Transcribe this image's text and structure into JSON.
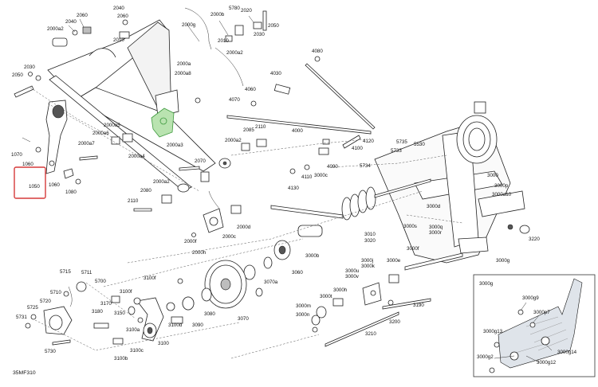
{
  "diagram_code": "35MF310",
  "inset_title": "3000g",
  "highlight_label": "1050",
  "labels": [
    {
      "id": "l2040a",
      "text": "2040"
    },
    {
      "id": "l2060a",
      "text": "2060"
    },
    {
      "id": "l2040b",
      "text": "2040"
    },
    {
      "id": "l2060b",
      "text": "2060"
    },
    {
      "id": "l2000a2",
      "text": "2000a2"
    },
    {
      "id": "l2010a",
      "text": "2010"
    },
    {
      "id": "l2000g",
      "text": "2000g"
    },
    {
      "id": "l2000b",
      "text": "2000b"
    },
    {
      "id": "l5780",
      "text": "5780"
    },
    {
      "id": "l2050",
      "text": "2050"
    },
    {
      "id": "l2030a",
      "text": "2030"
    },
    {
      "id": "l2010b",
      "text": "2010"
    },
    {
      "id": "l2000a2b",
      "text": "2000a2"
    },
    {
      "id": "l2030b",
      "text": "2030"
    },
    {
      "id": "l2020",
      "text": "2020"
    },
    {
      "id": "l2050b",
      "text": "2050"
    },
    {
      "id": "l4080",
      "text": "4080"
    },
    {
      "id": "l2000a",
      "text": "2000a"
    },
    {
      "id": "l2000a8",
      "text": "2000a8"
    },
    {
      "id": "l4030",
      "text": "4030"
    },
    {
      "id": "l4060",
      "text": "4060"
    },
    {
      "id": "l4070",
      "text": "4070"
    },
    {
      "id": "l4000",
      "text": "4000"
    },
    {
      "id": "l2000a5",
      "text": "2000a5"
    },
    {
      "id": "l2000a6",
      "text": "2000a6"
    },
    {
      "id": "l2000a7",
      "text": "2000a7"
    },
    {
      "id": "l2000a3",
      "text": "2000a3"
    },
    {
      "id": "l2085",
      "text": "2085"
    },
    {
      "id": "l2110a",
      "text": "2110"
    },
    {
      "id": "l2000a2c",
      "text": "2000a2"
    },
    {
      "id": "l2000a4",
      "text": "2000a4"
    },
    {
      "id": "l1070",
      "text": "1070"
    },
    {
      "id": "l1060a",
      "text": "1060"
    },
    {
      "id": "l1060b",
      "text": "1060"
    },
    {
      "id": "l1080",
      "text": "1080"
    },
    {
      "id": "l2070",
      "text": "2070"
    },
    {
      "id": "l2000a2d",
      "text": "2000a2"
    },
    {
      "id": "l2080",
      "text": "2080"
    },
    {
      "id": "l2110b",
      "text": "2110"
    },
    {
      "id": "l4100",
      "text": "4100"
    },
    {
      "id": "l4120",
      "text": "4120"
    },
    {
      "id": "l4090",
      "text": "4090"
    },
    {
      "id": "l5735",
      "text": "5735"
    },
    {
      "id": "l5733",
      "text": "5733"
    },
    {
      "id": "l5530",
      "text": "5530"
    },
    {
      "id": "l5734",
      "text": "5734"
    },
    {
      "id": "l4110",
      "text": "4110"
    },
    {
      "id": "l4130",
      "text": "4130"
    },
    {
      "id": "l3000c",
      "text": "3000c"
    },
    {
      "id": "l3000",
      "text": "3000"
    },
    {
      "id": "l3000p",
      "text": "3000p"
    },
    {
      "id": "l3000a10",
      "text": "3000a10"
    },
    {
      "id": "l3000d",
      "text": "3000d"
    },
    {
      "id": "l3000q",
      "text": "3000q"
    },
    {
      "id": "l3000r",
      "text": "3000r"
    },
    {
      "id": "l3000s",
      "text": "3000s"
    },
    {
      "id": "l3010",
      "text": "3010"
    },
    {
      "id": "l3020",
      "text": "3020"
    },
    {
      "id": "l3220",
      "text": "3220"
    },
    {
      "id": "l3000f",
      "text": "3000f"
    },
    {
      "id": "l3000gmain",
      "text": "3000g"
    },
    {
      "id": "l2000f",
      "text": "2000f"
    },
    {
      "id": "l2000c",
      "text": "2000c"
    },
    {
      "id": "l2000d",
      "text": "2000d"
    },
    {
      "id": "l2000h",
      "text": "2000h"
    },
    {
      "id": "l3000b",
      "text": "3000b"
    },
    {
      "id": "l3000j",
      "text": "3000j"
    },
    {
      "id": "l3000k",
      "text": "3000k"
    },
    {
      "id": "l3000e",
      "text": "3000e"
    },
    {
      "id": "l3000u",
      "text": "3000u"
    },
    {
      "id": "l3000v",
      "text": "3000v"
    },
    {
      "id": "l3060",
      "text": "3060"
    },
    {
      "id": "l3070a",
      "text": "3070a"
    },
    {
      "id": "l3070",
      "text": "3070"
    },
    {
      "id": "l3000t",
      "text": "3000t"
    },
    {
      "id": "l3000h",
      "text": "3000h"
    },
    {
      "id": "l3000m",
      "text": "3000m"
    },
    {
      "id": "l3000n",
      "text": "3000n"
    },
    {
      "id": "l3190",
      "text": "3190"
    },
    {
      "id": "l3200",
      "text": "3200"
    },
    {
      "id": "l3210",
      "text": "3210"
    },
    {
      "id": "l5715",
      "text": "5715"
    },
    {
      "id": "l5711",
      "text": "5711"
    },
    {
      "id": "l5710",
      "text": "5710"
    },
    {
      "id": "l5700",
      "text": "5700"
    },
    {
      "id": "l5720",
      "text": "5720"
    },
    {
      "id": "l5725",
      "text": "5725"
    },
    {
      "id": "l5731",
      "text": "5731"
    },
    {
      "id": "l5730",
      "text": "5730"
    },
    {
      "id": "l3100f1",
      "text": "3100f"
    },
    {
      "id": "l3100f2",
      "text": "3100f"
    },
    {
      "id": "l3170",
      "text": "3170"
    },
    {
      "id": "l3180",
      "text": "3180"
    },
    {
      "id": "l3150",
      "text": "3150"
    },
    {
      "id": "l3100a",
      "text": "3100a"
    },
    {
      "id": "l3100",
      "text": "3100"
    },
    {
      "id": "l3100c",
      "text": "3100c"
    },
    {
      "id": "l3100b",
      "text": "3100b"
    },
    {
      "id": "l3100d",
      "text": "3100d"
    },
    {
      "id": "l3090",
      "text": "3090"
    },
    {
      "id": "l3080",
      "text": "3080"
    },
    {
      "id": "l3000g9",
      "text": "3000g9"
    },
    {
      "id": "l3000p7",
      "text": "3000p7"
    },
    {
      "id": "l3000g13",
      "text": "3000g13"
    },
    {
      "id": "l3000g14",
      "text": "3000g14"
    },
    {
      "id": "l3000g12",
      "text": "3000g12"
    },
    {
      "id": "l3000g2",
      "text": "3000g2"
    }
  ]
}
